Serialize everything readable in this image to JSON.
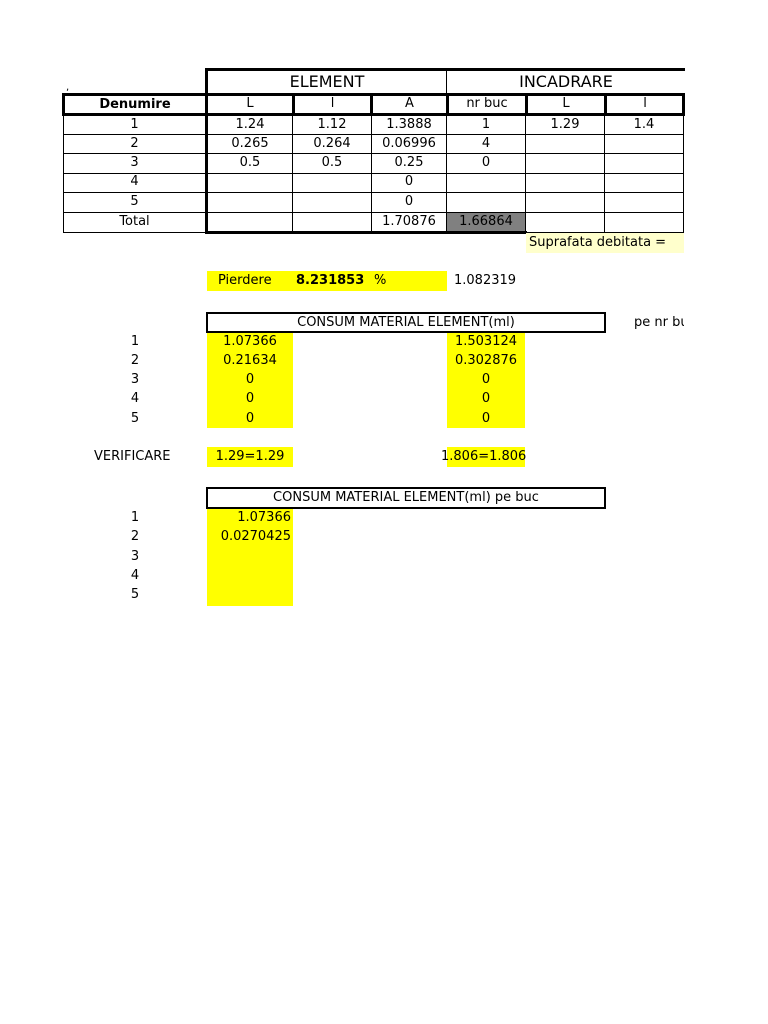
{
  "header": {
    "tick_mark": ",",
    "element_title": "ELEMENT",
    "incadrare_title": "INCADRARE"
  },
  "table": {
    "columns": [
      "Denumire",
      "L",
      "l",
      "A",
      "nr buc",
      "L",
      "l"
    ],
    "rows": [
      [
        "1",
        "1.24",
        "1.12",
        "1.3888",
        "1",
        "1.29",
        "1.4"
      ],
      [
        "2",
        "0.265",
        "0.264",
        "0.06996",
        "4",
        "",
        ""
      ],
      [
        "3",
        "0.5",
        "0.5",
        "0.25",
        "0",
        "",
        ""
      ],
      [
        "4",
        "",
        "",
        "0",
        "",
        "",
        ""
      ],
      [
        "5",
        "",
        "",
        "0",
        "",
        "",
        ""
      ],
      [
        "Total",
        "",
        "",
        "1.70876",
        "1.66864",
        "",
        ""
      ]
    ],
    "suprafata_label": "Suprafata debitata ="
  },
  "pierdere": {
    "label": "Pierdere",
    "value": "8.231853",
    "unit": "%",
    "side_value": "1.082319"
  },
  "consum1": {
    "title": "CONSUM MATERIAL ELEMENT(ml)",
    "side_label": "pe nr bu",
    "rows": [
      {
        "n": "1",
        "a": "1.07366",
        "b": "1.503124"
      },
      {
        "n": "2",
        "a": "0.21634",
        "b": "0.302876"
      },
      {
        "n": "3",
        "a": "0",
        "b": "0"
      },
      {
        "n": "4",
        "a": "0",
        "b": "0"
      },
      {
        "n": "5",
        "a": "0",
        "b": "0"
      }
    ]
  },
  "verificare": {
    "label": "VERIFICARE",
    "value_a": "1.29=1.29",
    "value_b": "1.806=1.806"
  },
  "consum2": {
    "title": "CONSUM MATERIAL ELEMENT(ml) pe buc",
    "rows": [
      {
        "n": "1",
        "a": "1.07366"
      },
      {
        "n": "2",
        "a": "0.0270425"
      },
      {
        "n": "3",
        "a": ""
      },
      {
        "n": "4",
        "a": ""
      },
      {
        "n": "5",
        "a": ""
      }
    ]
  },
  "colors": {
    "highlight": "#ffff00",
    "total_fill": "#808080",
    "suprafata_fill": "#ffffcc"
  }
}
